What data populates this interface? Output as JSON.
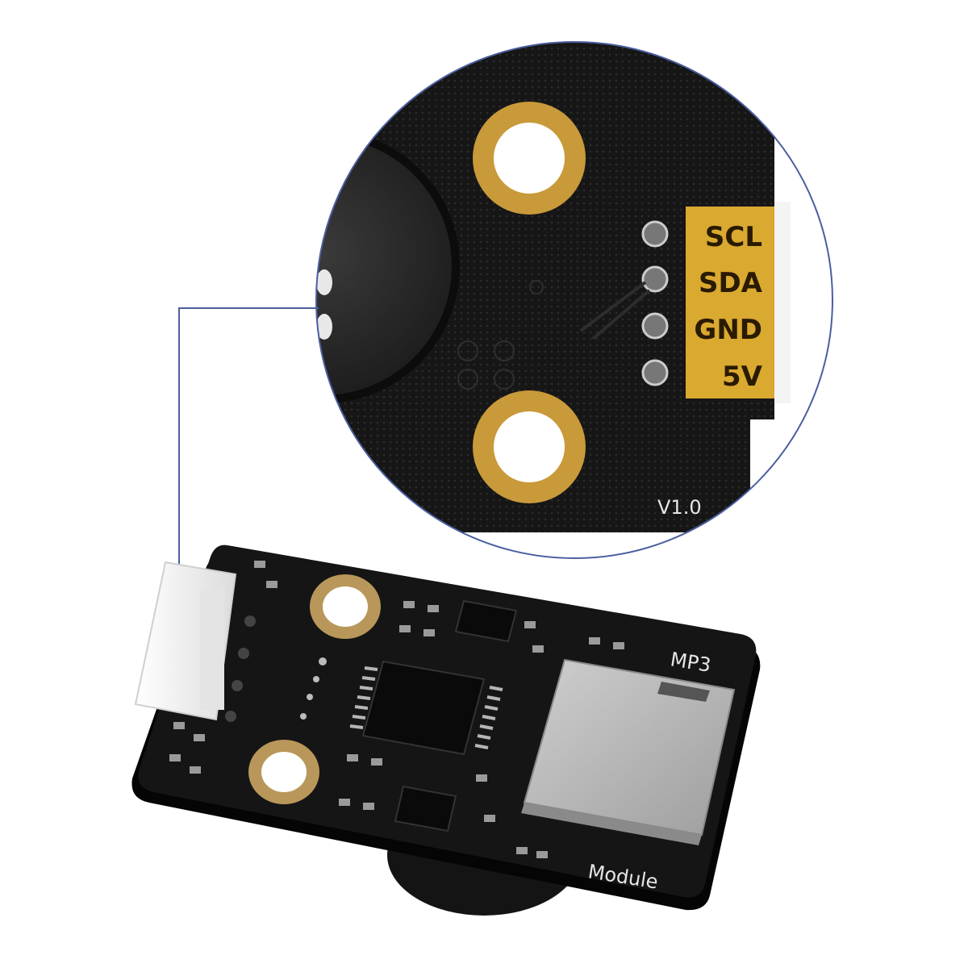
{
  "pins": [
    "SCL",
    "SDA",
    "GND",
    "5V"
  ],
  "version_label": "V1.0",
  "board_label_top": "MP3",
  "board_label_bottom": "Module",
  "colors": {
    "pcb": "#141414",
    "gold": "#c99a3a",
    "label_gold": "#d9a930",
    "callout_line": "#4a5fa0",
    "connector": "#f2f2f2",
    "sd_slot": "#b9b9b9"
  }
}
